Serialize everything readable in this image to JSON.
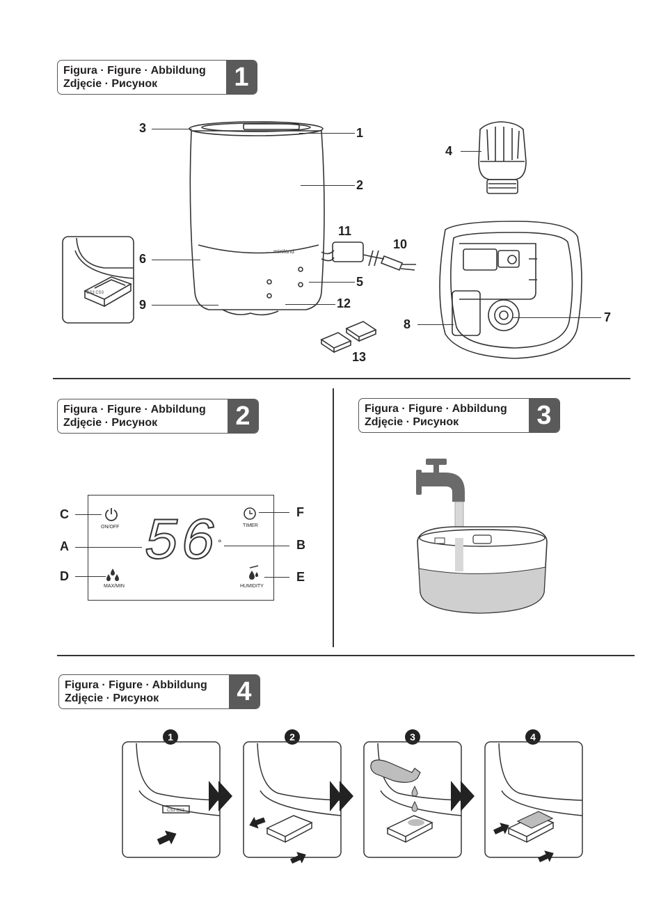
{
  "figure_header_text": {
    "line1": "Figura · Figure · Abbildung",
    "line2": "Zdjęcie · Рисунок"
  },
  "figures": [
    {
      "number": "1"
    },
    {
      "number": "2"
    },
    {
      "number": "3"
    },
    {
      "number": "4"
    }
  ],
  "figure1": {
    "brand": "miniland",
    "callouts": [
      "1",
      "2",
      "3",
      "4",
      "5",
      "6",
      "7",
      "8",
      "9",
      "10",
      "11",
      "12",
      "13"
    ],
    "filter_code": "CS3 CS3"
  },
  "figure2": {
    "display_value": "56",
    "degree": "°",
    "callouts": {
      "A": "A",
      "B": "B",
      "C": "C",
      "D": "D",
      "E": "E",
      "F": "F"
    },
    "buttons": {
      "onoff": "ON/OFF",
      "timer": "TIMER",
      "maxmin": "MAX/MIN",
      "humidity": "HUMIDITY"
    }
  },
  "figure4": {
    "steps": [
      "1",
      "2",
      "3",
      "4"
    ],
    "filter_code": "CS3 CS3"
  },
  "colors": {
    "header_badge": "#5a5a5a",
    "water": "#cfcfcf",
    "stream": "#d8d8d8",
    "tap": "#6a6a6a",
    "filter_gray": "#bdbdbd"
  }
}
